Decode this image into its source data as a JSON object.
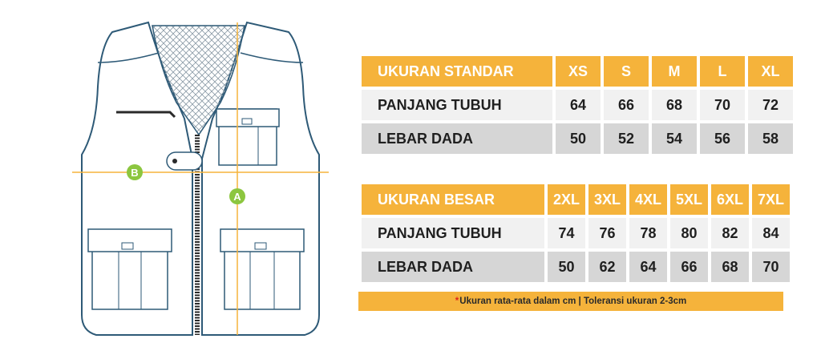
{
  "standard_table": {
    "header": "UKURAN STANDAR",
    "sizes": [
      "XS",
      "S",
      "M",
      "L",
      "XL"
    ],
    "rows": [
      {
        "label": "PANJANG TUBUH",
        "values": [
          "64",
          "66",
          "68",
          "70",
          "72"
        ]
      },
      {
        "label": "LEBAR DADA",
        "values": [
          "50",
          "52",
          "54",
          "56",
          "58"
        ]
      }
    ]
  },
  "large_table": {
    "header": "UKURAN BESAR",
    "sizes": [
      "2XL",
      "3XL",
      "4XL",
      "5XL",
      "6XL",
      "7XL"
    ],
    "rows": [
      {
        "label": "PANJANG TUBUH",
        "values": [
          "74",
          "76",
          "78",
          "80",
          "82",
          "84"
        ]
      },
      {
        "label": "LEBAR DADA",
        "values": [
          "50",
          "62",
          "64",
          "66",
          "68",
          "70"
        ]
      }
    ]
  },
  "note": {
    "asterisk": "*",
    "text": "Ukuran rata-rata dalam cm | Toleransi ukuran 2-3cm"
  },
  "markers": {
    "a": "A",
    "b": "B"
  },
  "colors": {
    "accent": "#f5b33b",
    "marker": "#8cc63f",
    "outline": "#2e5a77"
  }
}
